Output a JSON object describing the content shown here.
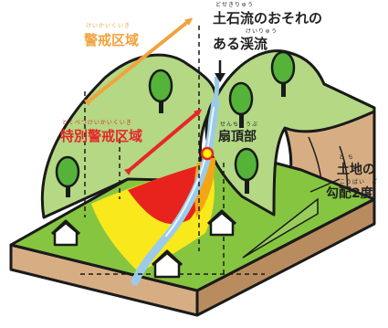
{
  "labels": {
    "keikai": {
      "text": "警戒区域",
      "ruby": "けいかいくいき"
    },
    "tokubetsu": {
      "text": "特別警戒区域",
      "ruby": "とくべつけいかいくいき"
    },
    "debris_line1": {
      "text": "土石流のおそれの",
      "ruby": "どせきりゅう"
    },
    "debris_line2": {
      "text": "ある渓流",
      "ruby": "けいりゅう"
    },
    "senchobu": {
      "text": "扇頂部",
      "ruby": "せんちょうぶ"
    },
    "slope_line1": {
      "text": "土地の",
      "ruby": "と ち"
    },
    "slope_line2": {
      "text": "勾配2度",
      "ruby": "こうばい　ど"
    }
  },
  "colors": {
    "outline": "#1a1a1a",
    "grass": "#86c540",
    "mountain": "#b4d884",
    "soil": "#d7ae83",
    "soil_dark": "#b98c5f",
    "tree": "#55b33a",
    "stream": "#9ccbea",
    "warning_zone": "#f8e81c",
    "special_zone": "#e8231d",
    "fan_top": "#f3a615",
    "warning_arrow": "#f0a33c",
    "special_arrow": "#e6262a",
    "warning_text": "#f0a33c",
    "special_text": "#e6262a",
    "black_text": "#222222"
  }
}
